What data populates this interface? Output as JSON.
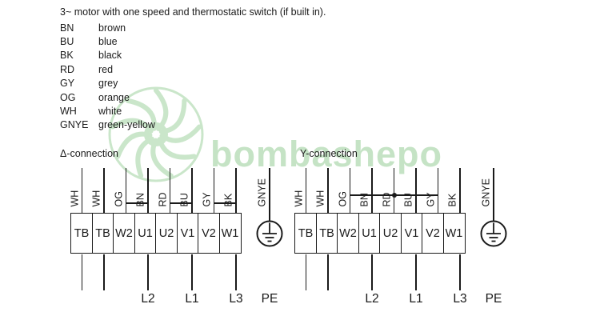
{
  "title": "3~ motor with one speed and thermostatic switch (if built in).",
  "legend": [
    {
      "code": "BN",
      "name": "brown"
    },
    {
      "code": "BU",
      "name": "blue"
    },
    {
      "code": "BK",
      "name": "black"
    },
    {
      "code": "RD",
      "name": "red"
    },
    {
      "code": "GY",
      "name": "grey"
    },
    {
      "code": "OG",
      "name": "orange"
    },
    {
      "code": "WH",
      "name": "white"
    },
    {
      "code": "GNYE",
      "name": "green-yellow"
    }
  ],
  "watermark": {
    "text": "bombashepo"
  },
  "sections": [
    {
      "label": "Δ-connection",
      "wire_labels": [
        "WH",
        "WH",
        "OG",
        "BN",
        "RD",
        "BU",
        "GY",
        "BK"
      ],
      "terminals": [
        "TB",
        "TB",
        "W2",
        "U1",
        "U2",
        "V1",
        "V2",
        "W1"
      ],
      "pe_wire_label": "GNYE",
      "jumpers": [
        [
          "W2",
          "U1"
        ],
        [
          "U2",
          "V1"
        ],
        [
          "V2",
          "W1"
        ]
      ],
      "bottom_labels": {
        "l2": "L2",
        "l1": "L1",
        "l3": "L3",
        "pe": "PE"
      }
    },
    {
      "label": "Y-connection",
      "wire_labels": [
        "WH",
        "WH",
        "OG",
        "BN",
        "RD",
        "BU",
        "GY",
        "BK"
      ],
      "terminals": [
        "TB",
        "TB",
        "W2",
        "U1",
        "U2",
        "V1",
        "V2",
        "W1"
      ],
      "pe_wire_label": "GNYE",
      "star_bridge": {
        "from": "W2",
        "to": "V2",
        "junction": "U2"
      },
      "bottom_labels": {
        "l2": "L2",
        "l1": "L1",
        "l3": "L3",
        "pe": "PE"
      }
    }
  ]
}
